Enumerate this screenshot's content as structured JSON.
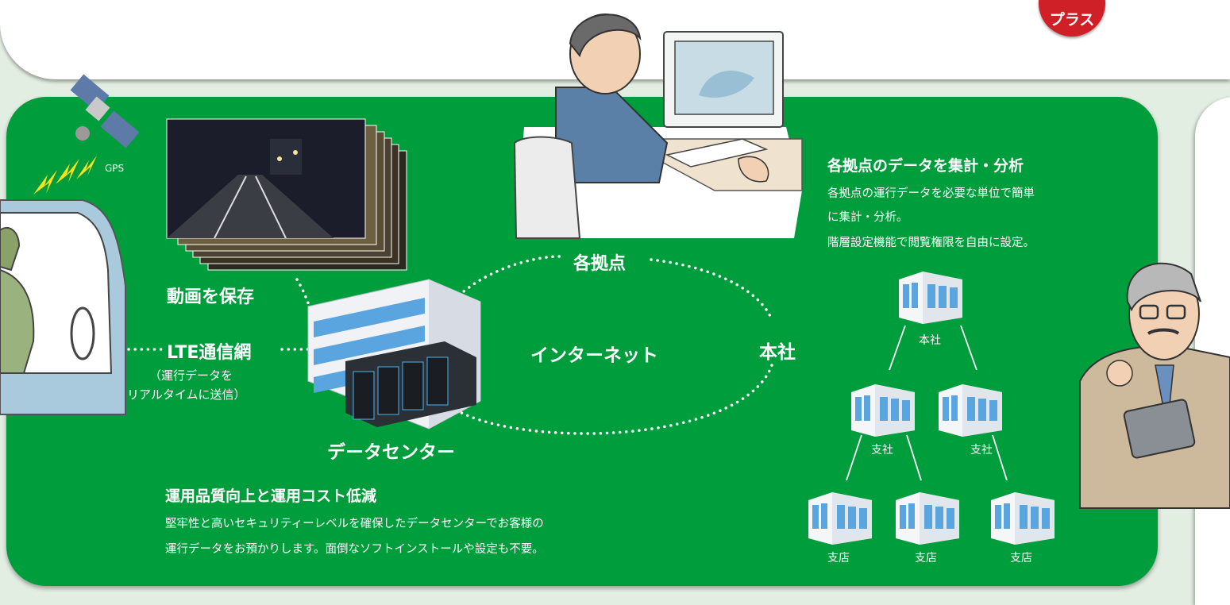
{
  "badge": {
    "label": "プラス"
  },
  "gps": {
    "label": "GPS"
  },
  "video": {
    "label": "動画を保存"
  },
  "lte": {
    "label": "LTE通信網",
    "desc1": "（運行データを",
    "desc2": "リアルタイムに送信）"
  },
  "datacenter": {
    "label": "データセンター"
  },
  "internet": {
    "label": "インターネット"
  },
  "bases": {
    "label": "各拠点"
  },
  "hq": {
    "label": "本社"
  },
  "aggregate": {
    "title": "各拠点のデータを集計・分析",
    "line1": "各拠点の運行データを必要な単位で簡単",
    "line2": "に集計・分析。",
    "line3": "階層設定機能で閲覧権限を自由に設定。"
  },
  "quality": {
    "title": "運用品質向上と運用コスト低減",
    "line1": "堅牢性と高いセキュリティーレベルを確保したデータセンターでお客様の",
    "line2": "運行データをお預かりします。面倒なソフトインストールや設定も不要。"
  },
  "org": {
    "root": "本社",
    "branch_left": "支社",
    "branch_right": "支社",
    "store_1": "支店",
    "store_2": "支店",
    "store_3": "支店"
  },
  "icons": [
    "satellite-icon",
    "signal-icon",
    "car-driver-illustration",
    "video-frames-icon",
    "data-center-building-icon",
    "server-rack-icon",
    "office-worker-illustration",
    "building-icon",
    "manager-tablet-illustration"
  ],
  "colors": {
    "panel": "#009d3c",
    "badge": "#cf2027",
    "background": "#e3eee3"
  }
}
